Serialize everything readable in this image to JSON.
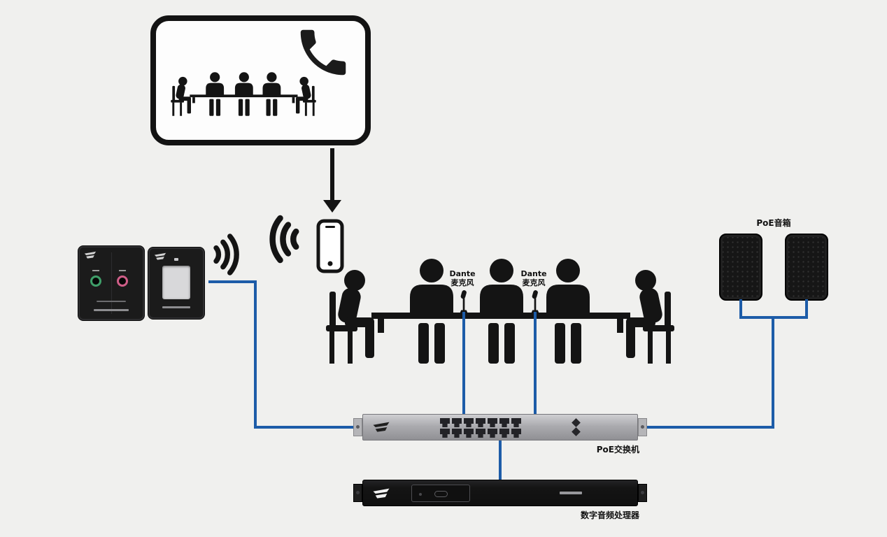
{
  "diagram": {
    "type": "conference-av-system-topology",
    "labels": {
      "dante_mic": {
        "line1": "Dante",
        "line2": "麦克风"
      },
      "poe_speakers": "PoE音箱",
      "poe_switch": "PoE交换机",
      "audio_processor": "数字音频处理器"
    },
    "colors": {
      "background": "#f0f0ee",
      "ink": "#141414",
      "connection_line": "#1d5ca8",
      "switch_body": "#a9a9ad",
      "device_black": "#161616",
      "knob_green": "#3f9e69",
      "knob_pink": "#cf5e88"
    },
    "icons": {
      "phone_handset_icon": "telephone handset silhouette",
      "smartphone_icon": "rounded-rect phone with home button",
      "wifi_signal_icon": "three nested signal arcs",
      "conference_group_icon": "five seated people at a meeting table",
      "dante_mic_icon": "gooseneck conference microphone",
      "arrow_down_icon": "solid black down arrow",
      "brand_logo_icon": "manufacturer logo mark",
      "rj45_port_icon": "ethernet port",
      "rack_ear_icon": "rack mounting ear with screw hole"
    },
    "connections": [
      {
        "from": "wall-panels",
        "to": "poe-switch",
        "style": "wired"
      },
      {
        "from": "dante-mic-1",
        "to": "poe-switch",
        "style": "wired"
      },
      {
        "from": "dante-mic-2",
        "to": "poe-switch",
        "style": "wired"
      },
      {
        "from": "poe-speaker-1",
        "to": "poe-switch",
        "style": "wired"
      },
      {
        "from": "poe-speaker-2",
        "to": "poe-switch",
        "style": "wired"
      },
      {
        "from": "poe-switch",
        "to": "audio-processor",
        "style": "wired"
      },
      {
        "from": "meeting-room-callout",
        "to": "smartphone",
        "style": "arrow"
      },
      {
        "from": "wall-panels",
        "to": "smartphone",
        "style": "wireless"
      }
    ]
  }
}
